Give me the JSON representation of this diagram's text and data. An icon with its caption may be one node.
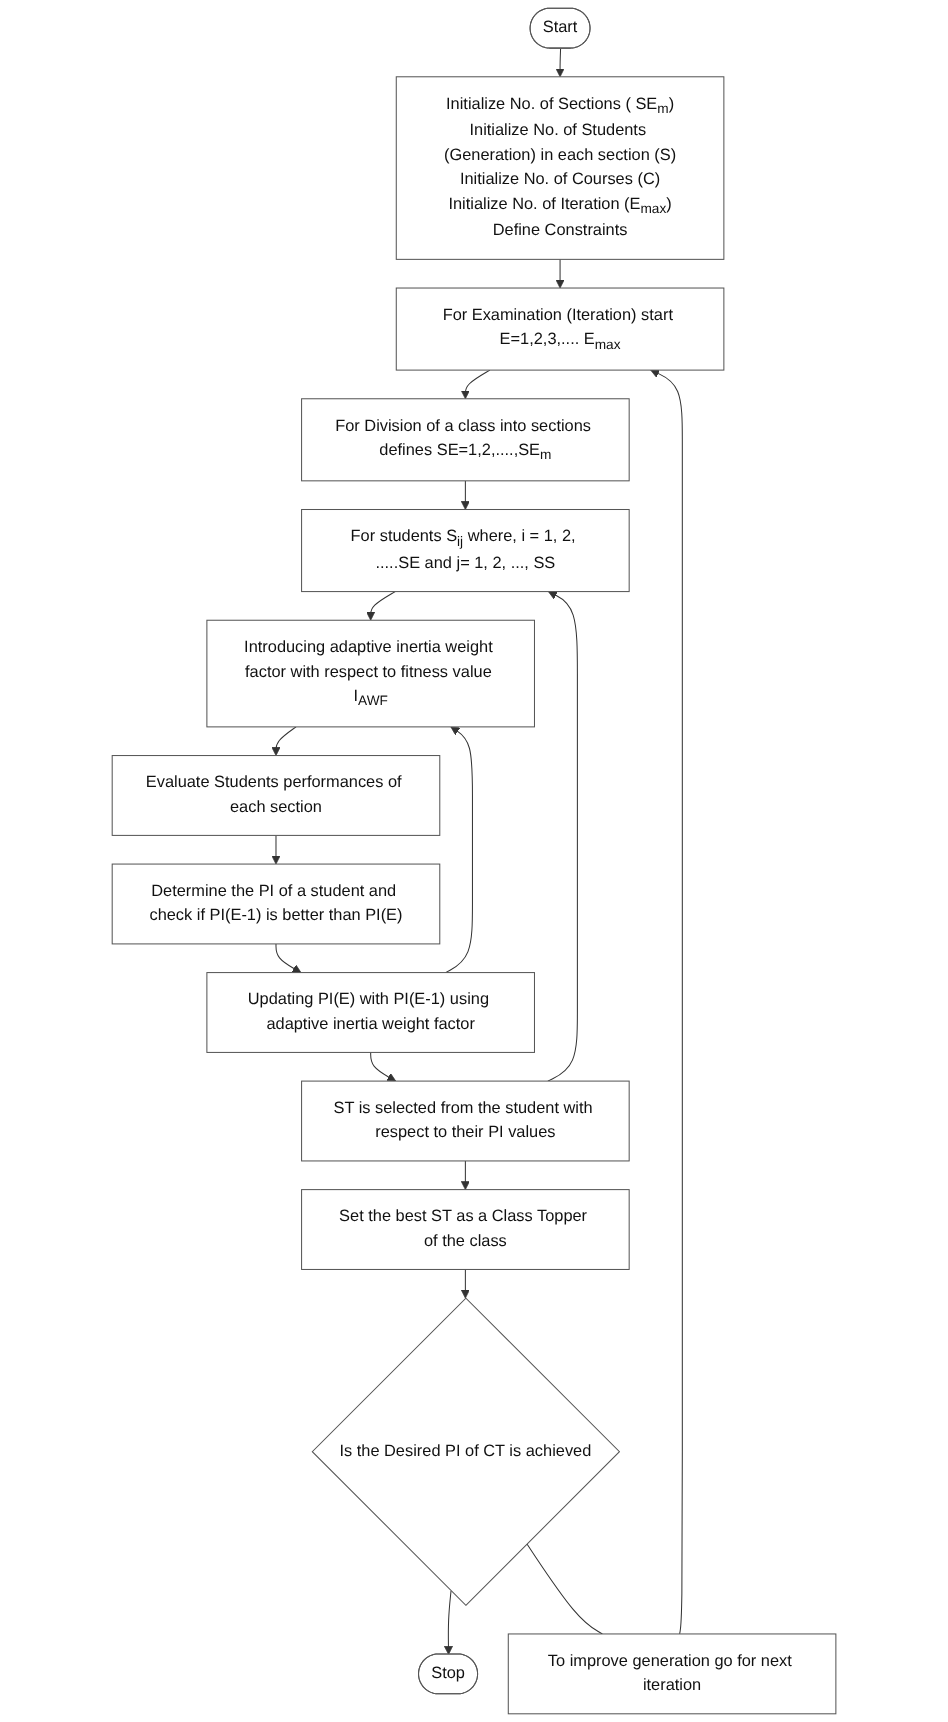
{
  "diagram": {
    "nodes": [
      {
        "text": [
          "Start"
        ]
      },
      {
        "text": [
          "Initialize No. of Sections ( SE$_{m}$)",
          "Initialize No. of Students (Generation) in each section (S)",
          "Initialize No. of Courses (C)",
          "Initialize No. of Iteration (E$_{max}$)",
          "Define Constraints"
        ]
      },
      {
        "text": [
          "For Examination (Iteration) start E=1,2,3,.... E$_{max}$"
        ]
      },
      {
        "text": [
          "For Division of a class into sections defines SE=1,2,....,SE$_{m}$"
        ]
      },
      {
        "text": [
          "For students S$_{ij}$ where, i = 1, 2, .....SE and j= 1, 2, ..., SS"
        ]
      },
      {
        "text": [
          "Introducing adaptive inertia weight factor with respect to fitness value I$_{AWF}$"
        ]
      },
      {
        "text": [
          "Evaluate Students performances of each section"
        ]
      },
      {
        "text": [
          "Determine the PI of a student and check if PI(E-1) is better than PI(E)"
        ]
      },
      {
        "text": [
          "Updating PI(E) with PI(E-1) using adaptive inertia weight factor"
        ]
      },
      {
        "text": [
          "ST is selected from the student with respect to their PI values"
        ]
      },
      {
        "text": [
          "Set the best ST as a Class Topper of the class"
        ]
      },
      {
        "text": [
          "Is the Desired PI of CT is achieved"
        ]
      },
      {
        "text": [
          "Stop"
        ]
      },
      {
        "text": [
          "To improve generation go for next iteration"
        ]
      }
    ],
    "edges": [
      {
        "from": 0,
        "to": 1,
        "arrow": "to"
      },
      {
        "from": 1,
        "to": 2,
        "arrow": "to"
      },
      {
        "from": 2,
        "to": 3,
        "arrow": "to"
      },
      {
        "from": 3,
        "to": 4,
        "arrow": "to"
      },
      {
        "from": 4,
        "to": 5,
        "arrow": "to"
      },
      {
        "from": 5,
        "to": 6,
        "arrow": "to"
      },
      {
        "from": 6,
        "to": 7,
        "arrow": "to"
      },
      {
        "from": 7,
        "to": 8,
        "arrow": "to"
      },
      {
        "from": 8,
        "to": 5,
        "arrow": "to"
      },
      {
        "from": 8,
        "to": 9,
        "arrow": "to"
      },
      {
        "from": 9,
        "to": 4,
        "arrow": "to"
      },
      {
        "from": 9,
        "to": 10,
        "arrow": "to"
      },
      {
        "from": 10,
        "to": 11,
        "arrow": "to"
      },
      {
        "from": 11,
        "to": 12,
        "arrow": "to"
      },
      {
        "from": 11,
        "to": 13,
        "arrow": "none"
      },
      {
        "from": 13,
        "to": 2,
        "arrow": "to"
      }
    ]
  }
}
